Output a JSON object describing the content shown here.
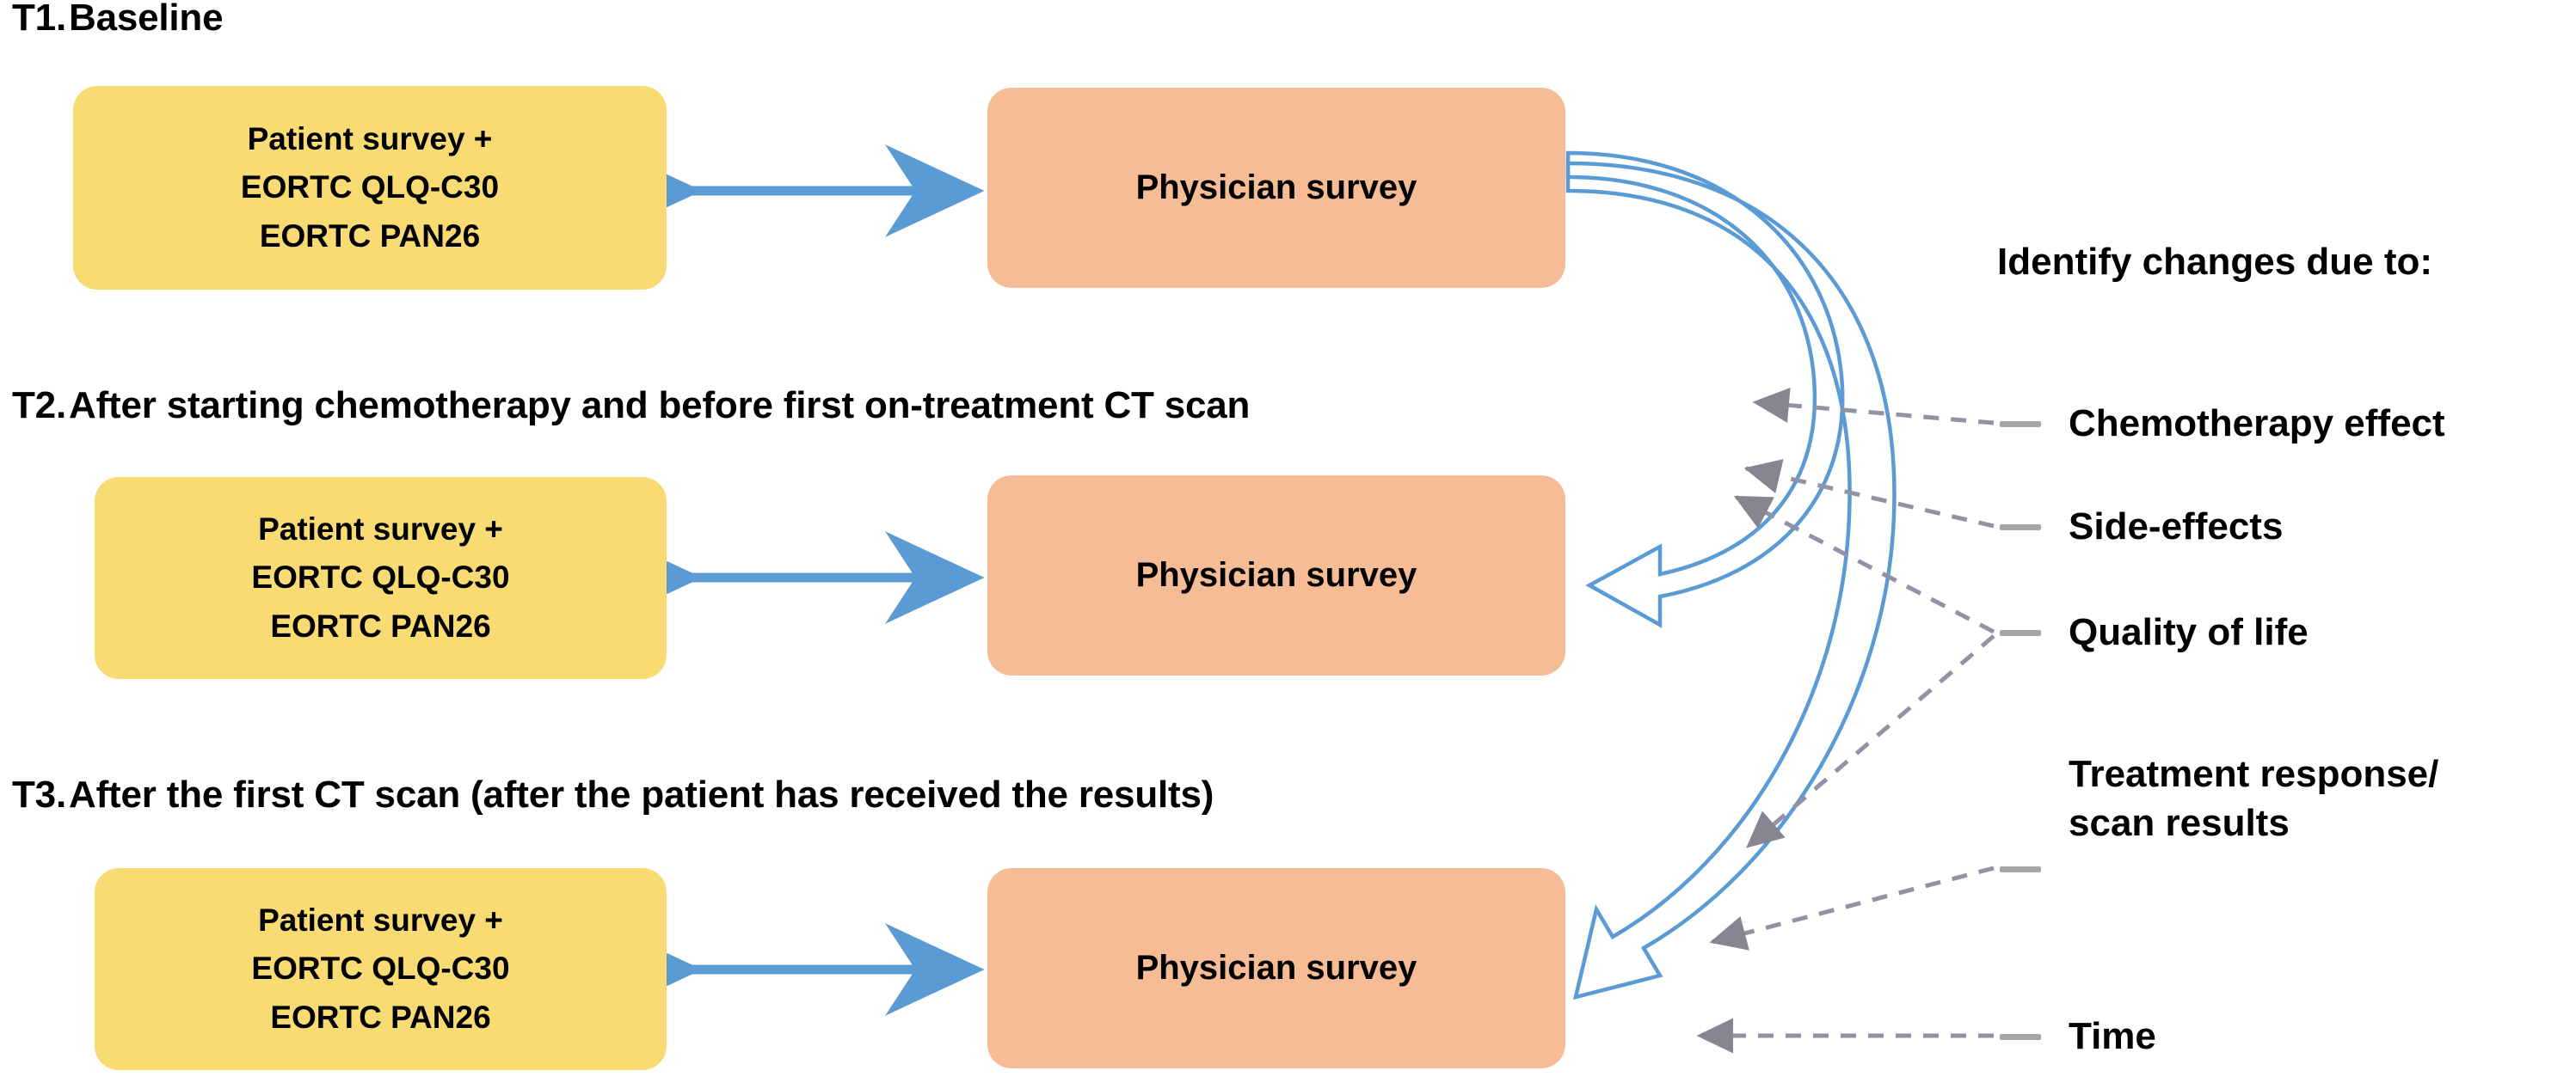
{
  "figure": {
    "title": "Study assessment timeline flow diagram",
    "background_color": "#FFFFFF",
    "patient_box_color": "#F8DB72",
    "physician_box_color": "#F5BC95",
    "bidirectional_arrow_color": "#5B9BD5",
    "curved_arrow_color": "#5B9BD5",
    "dashed_connector_color": "#9193A5",
    "legend_dash_color": "#A6A6A6"
  },
  "timepoints": [
    {
      "code": "T1.",
      "description": "Baseline",
      "patient_box": {
        "lines": [
          "Patient survey +",
          "EORTC QLQ-C30",
          "EORTC PAN26"
        ]
      },
      "physician_box": {
        "label": "Physician survey"
      }
    },
    {
      "code": "T2.",
      "description": "After starting chemotherapy and before first on-treatment CT scan",
      "patient_box": {
        "lines": [
          "Patient survey +",
          "EORTC QLQ-C30",
          "EORTC PAN26"
        ]
      },
      "physician_box": {
        "label": "Physician survey"
      }
    },
    {
      "code": "T3.",
      "description": "After the first CT scan (after the patient has received the results)",
      "patient_box": {
        "lines": [
          "Patient survey +",
          "EORTC QLQ-C30",
          "EORTC PAN26"
        ]
      },
      "physician_box": {
        "label": "Physician survey"
      }
    }
  ],
  "legend": {
    "title": "Identify changes due to:",
    "items": [
      {
        "label": "Chemotherapy effect"
      },
      {
        "label": "Side-effects"
      },
      {
        "label": "Quality of life"
      },
      {
        "label": "Treatment response/",
        "label2": "scan results"
      },
      {
        "label": "Time"
      }
    ]
  }
}
